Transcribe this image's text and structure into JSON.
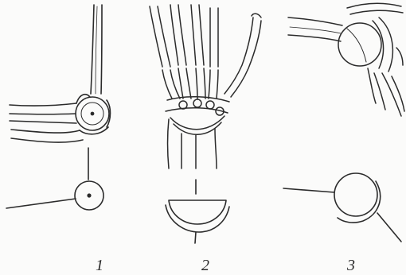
{
  "figure": {
    "panels": [
      {
        "label": "1",
        "joint": "elbow-joint",
        "scheme": "ball-joint-scheme"
      },
      {
        "label": "2",
        "joint": "wrist-joint",
        "scheme": "ellipsoid-joint-scheme"
      },
      {
        "label": "3",
        "joint": "shoulder-joint",
        "scheme": "ball-socket-joint-scheme"
      }
    ],
    "colors": {
      "ink": "#2b2b2b",
      "paper": "#fbfbfa"
    }
  }
}
